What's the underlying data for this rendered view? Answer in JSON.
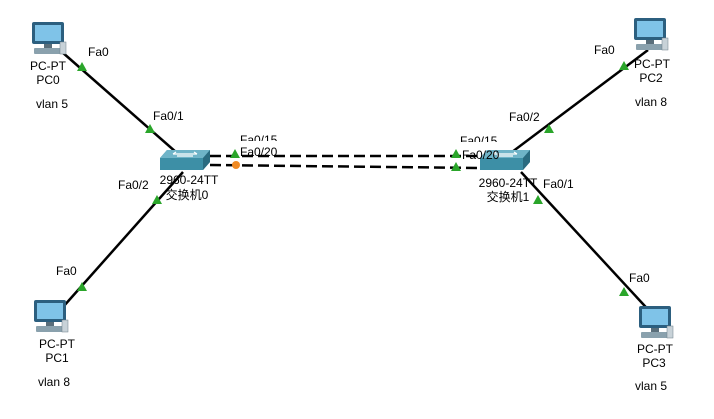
{
  "devices": {
    "pc0": {
      "model": "PC-PT",
      "name": "PC0",
      "vlan": "vlan 5"
    },
    "pc1": {
      "model": "PC-PT",
      "name": "PC1",
      "vlan": "vlan 8"
    },
    "pc2": {
      "model": "PC-PT",
      "name": "PC2",
      "vlan": "vlan 8"
    },
    "pc3": {
      "model": "PC-PT",
      "name": "PC3",
      "vlan": "vlan 5"
    },
    "sw0": {
      "model": "2960-24TT",
      "name": "交换机0"
    },
    "sw1": {
      "model": "2960-24TT",
      "name": "交换机1"
    }
  },
  "ports": {
    "pc0_fa0": "Fa0",
    "sw0_fa0_1": "Fa0/1",
    "sw0_fa0_2": "Fa0/2",
    "sw0_fa0_15": "Fa0/15",
    "sw0_fa0_20": "Fa0/20",
    "pc1_fa0": "Fa0",
    "pc2_fa0": "Fa0",
    "sw1_fa0_2": "Fa0/2",
    "sw1_fa0_1": "Fa0/1",
    "sw1_fa0_15": "Fa0/15",
    "sw1_fa0_20": "Fa0/20",
    "pc3_fa0": "Fa0"
  },
  "colors": {
    "link": "#000000",
    "link_up": "#2aa52a",
    "link_blocking": "#f08a24",
    "switch_body": "#3d8fa6",
    "pc_screen": "#4a90c8"
  }
}
